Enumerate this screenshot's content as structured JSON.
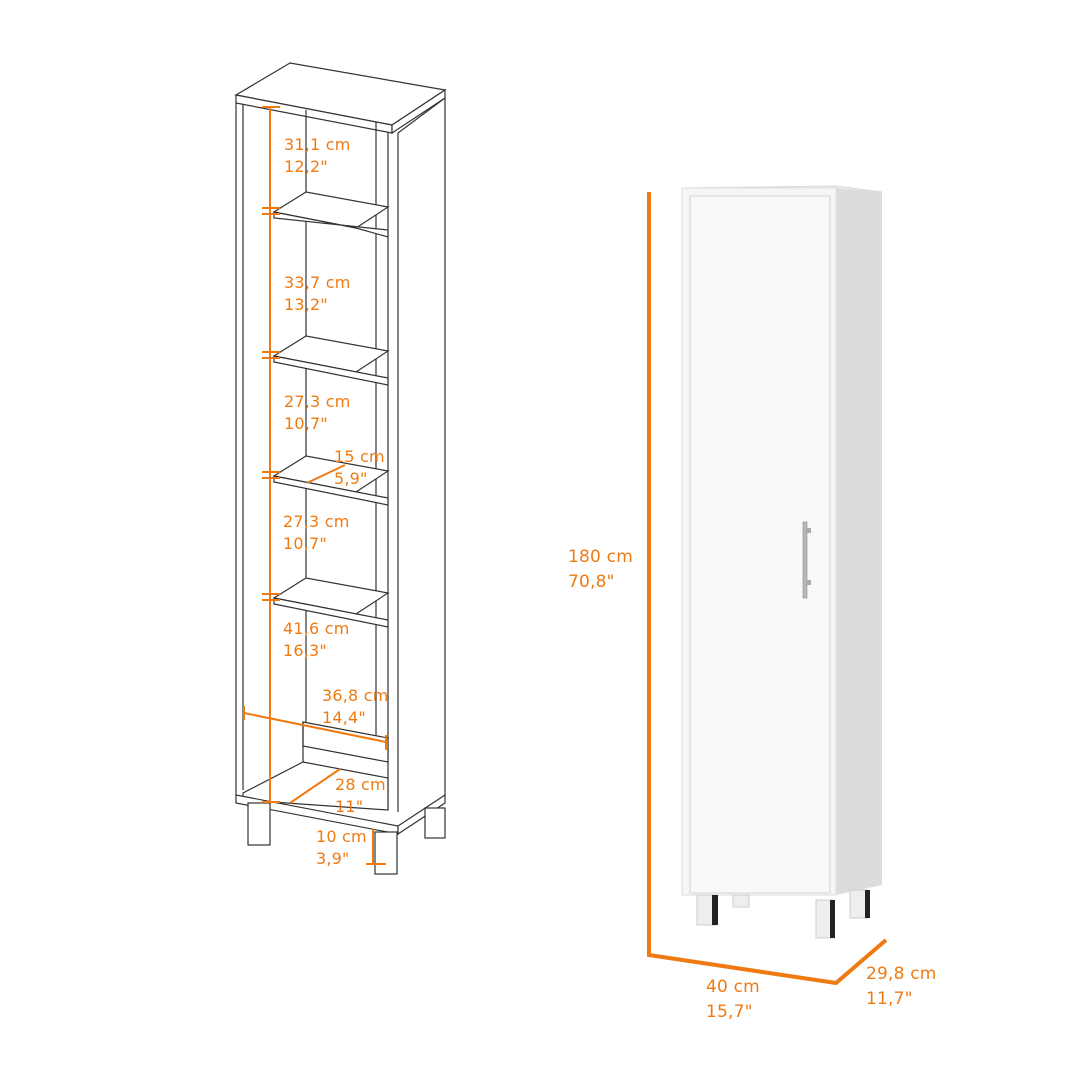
{
  "colors": {
    "accent": "#f07a12",
    "line": "#333333",
    "cabinet_front": "#f6f6f6",
    "cabinet_side": "#dedede",
    "leg_dark": "#222222",
    "background": "#ffffff"
  },
  "interior_view": {
    "shelf_heights": [
      {
        "cm": "31,1 cm",
        "in": "12,2\""
      },
      {
        "cm": "33,7 cm",
        "in": "13,2\""
      },
      {
        "cm": "27,3 cm",
        "in": "10,7\""
      },
      {
        "cm": "27,3 cm",
        "in": "10,7\""
      },
      {
        "cm": "41,6 cm",
        "in": "16,3\""
      }
    ],
    "shelf_depth": {
      "cm": "15 cm",
      "in": "5,9\""
    },
    "inner_width": {
      "cm": "36,8 cm",
      "in": "14,4\""
    },
    "bottom_depth": {
      "cm": "28 cm",
      "in": "11\""
    },
    "leg_height": {
      "cm": "10 cm",
      "in": "3,9\""
    }
  },
  "exterior_view": {
    "height": {
      "cm": "180 cm",
      "in": "70,8\""
    },
    "width": {
      "cm": "40 cm",
      "in": "15,7\""
    },
    "depth": {
      "cm": "29,8 cm",
      "in": "11,7\""
    }
  }
}
